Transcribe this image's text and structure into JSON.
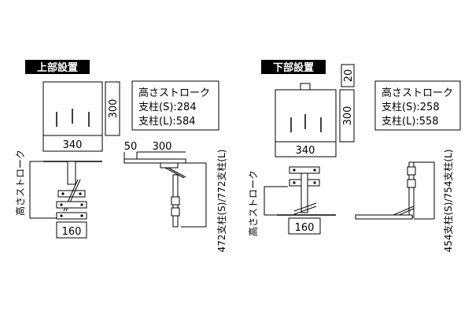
{
  "sections": [
    {
      "badge": "上部設置",
      "stroke_box": {
        "title": "高さストローク",
        "lines": [
          "支柱(S):284",
          "支柱(L):584"
        ]
      },
      "dims": {
        "panel_width": "340",
        "panel_height": "300",
        "side_offset": "50",
        "side_depth": "300",
        "base_width": "160",
        "stroke_label": "高さストローク",
        "pole_length": "472支柱(S)/772支柱(L)"
      }
    },
    {
      "badge": "下部設置",
      "stroke_box": {
        "title": "高さストローク",
        "lines": [
          "支柱(S):258",
          "支柱(L):558"
        ]
      },
      "dims": {
        "panel_width": "340",
        "panel_height": "300",
        "top_extra": "20",
        "base_width": "160",
        "stroke_label": "高さストローク",
        "pole_length": "454支柱(S)/754支柱(L)"
      }
    }
  ]
}
